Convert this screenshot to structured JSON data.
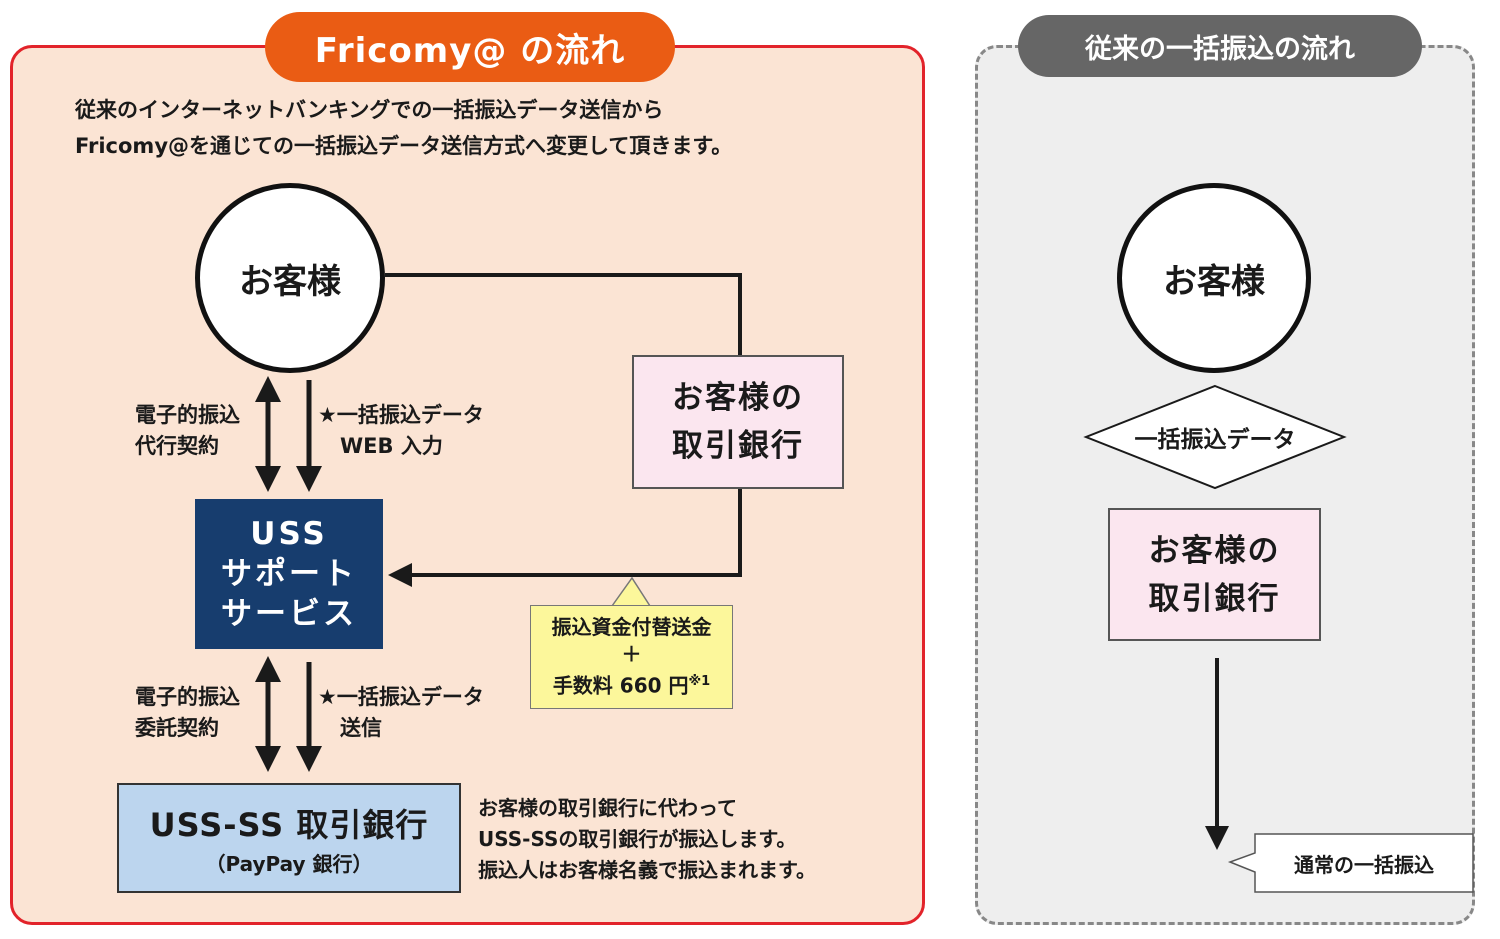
{
  "left": {
    "title": "Fricomy@ の流れ",
    "intro": [
      "従来のインターネットバンキングでの一括振込データ送信から",
      "Fricomy@を通じての一括振込データ送信方式へ変更して頂きます。"
    ],
    "customer": "お客様",
    "customer_bank": [
      "お客様の",
      "取引銀行"
    ],
    "uss": [
      "USS",
      "サポート",
      "サービス"
    ],
    "contract_1": [
      "電子的振込",
      "代行契約"
    ],
    "input_1": [
      "★一括振込データ",
      "WEB 入力"
    ],
    "contract_2": [
      "電子的振込",
      "委託契約"
    ],
    "input_2": [
      "★一括振込データ",
      "送信"
    ],
    "fee": {
      "line1": "振込資金付替送金",
      "line2": "＋",
      "line3": "手数料 660 円",
      "note_mark": "※1"
    },
    "ussss_bank": {
      "title": "USS-SS 取引銀行",
      "subtitle": "（PayPay 銀行）"
    },
    "note": [
      "お客様の取引銀行に代わって",
      "USS-SSの取引銀行が振込します。",
      "振込人はお客様名義で振込まれます。"
    ]
  },
  "right": {
    "title": "従来の一括振込の流れ",
    "customer": "お客様",
    "data_label": "一括振込データ",
    "customer_bank": [
      "お客様の",
      "取引銀行"
    ],
    "result": "通常の一括振込"
  },
  "colors": {
    "orange": "#ea5c14",
    "red_border": "#e2232a",
    "navy": "#173d6e",
    "pink": "#fbe6ef",
    "light_blue": "#bcd5ee",
    "yellow": "#fcf79b",
    "gray": "#666666"
  }
}
